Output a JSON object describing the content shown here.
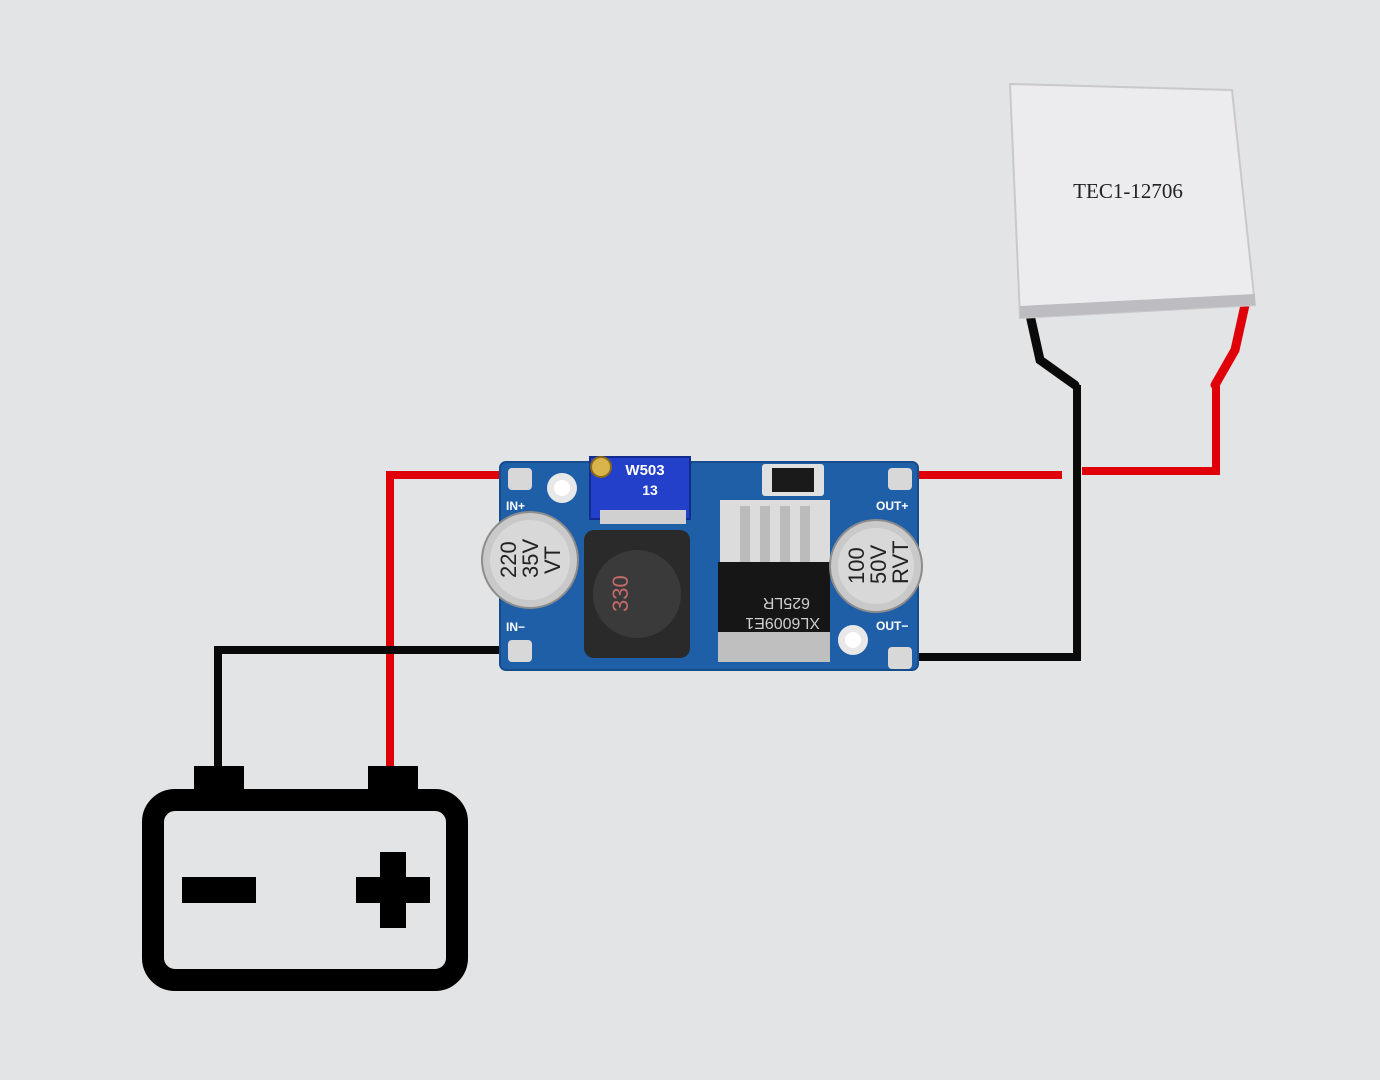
{
  "colors": {
    "background": "#e3e4e6",
    "wire_positive": "#e0000a",
    "wire_negative": "#0a0a0a",
    "pcb": "#1f5fa8",
    "tec_body": "#ecebed"
  },
  "battery": {
    "icon": "battery-icon",
    "negative_symbol": "minus-icon",
    "positive_symbol": "plus-icon"
  },
  "module": {
    "pin_in_plus": "IN+",
    "pin_in_minus": "IN−",
    "pin_out_plus": "OUT+",
    "pin_out_minus": "OUT−",
    "potentiometer_label": "W503",
    "potentiometer_sub": "13",
    "cap_input": [
      "220",
      "35V",
      "VT"
    ],
    "cap_output": [
      "100",
      "50V",
      "RVT"
    ],
    "inductor_label": "330",
    "chip_lines": [
      "XL6009E1",
      "625LR"
    ]
  },
  "tec": {
    "label": "TEC1-12706"
  }
}
